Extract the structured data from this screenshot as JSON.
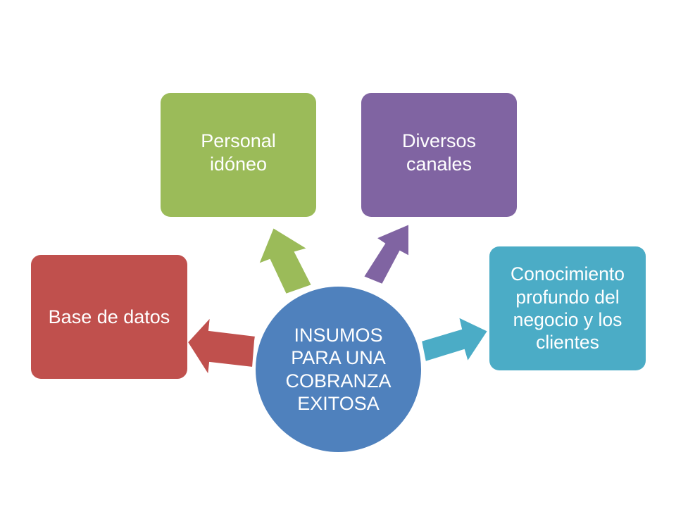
{
  "diagram": {
    "center": {
      "text": "INSUMOS\nPARA UNA\nCOBRANZA\nEXITOSA",
      "color": "#4f81bd"
    },
    "nodes": [
      {
        "id": "db",
        "text": "Base de datos",
        "color": "#c0504d"
      },
      {
        "id": "staff",
        "text": "Personal\nidóneo",
        "color": "#9bbb59"
      },
      {
        "id": "channels",
        "text": "Diversos\ncanales",
        "color": "#8064a2"
      },
      {
        "id": "knowledge",
        "text": "Conocimiento\nprofundo del\nnegocio y los\nclientes",
        "color": "#4bacc6"
      }
    ]
  }
}
